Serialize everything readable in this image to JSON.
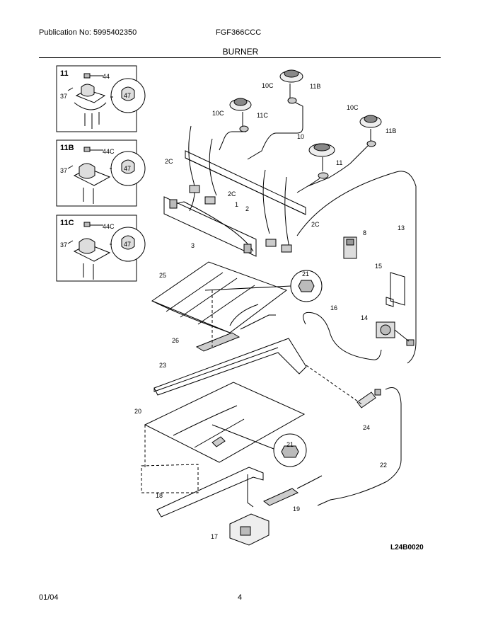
{
  "header": {
    "publication": "Publication No: 5995402350",
    "model": "FGF366CCC",
    "section": "BURNER"
  },
  "footer": {
    "date": "01/04",
    "page": "4"
  },
  "diagram": {
    "code": "L24B0020",
    "insets": [
      {
        "title": "11",
        "screw": "37",
        "cap": "44",
        "part": "47"
      },
      {
        "title": "11B",
        "screw": "37",
        "cap": "44C",
        "part": "47"
      },
      {
        "title": "11C",
        "screw": "37",
        "cap": "44C",
        "part": "47"
      }
    ],
    "callouts": {
      "c10c_a": "10C",
      "c11b_a": "11B",
      "c10c_b": "10C",
      "c11c": "11C",
      "c10c_c": "10C",
      "c11b_b": "11B",
      "c10": "10",
      "c11": "11",
      "c2c_a": "2C",
      "c2c_b": "2C",
      "c2c_c": "2C",
      "c1": "1",
      "c2": "2",
      "c3": "3",
      "c8": "8",
      "c13": "13",
      "c15": "15",
      "c25": "25",
      "c21_a": "21",
      "c16": "16",
      "c14": "14",
      "c26": "26",
      "c23": "23",
      "c20": "20",
      "c24": "24",
      "c21_b": "21",
      "c22": "22",
      "c18": "18",
      "c19": "19",
      "c17": "17"
    }
  }
}
